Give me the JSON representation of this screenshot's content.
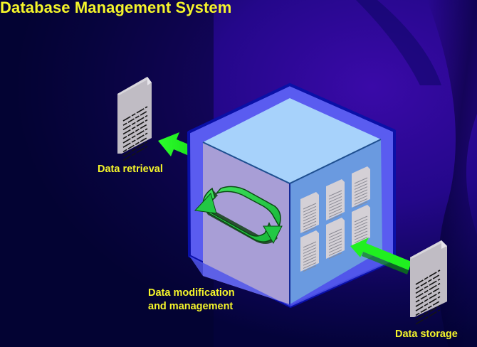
{
  "title": "Database Management System",
  "labels": {
    "retrieval": "Data retrieval",
    "modification_line1": "Data modification",
    "modification_line2": "and management",
    "storage": "Data storage"
  },
  "icons": {
    "retrieved_document": "document-icon",
    "stored_document": "document-icon",
    "database_cube": "cube-icon",
    "cycle_arrows": "circular-arrows-icon",
    "stored_records": "document-icon",
    "retrieval_arrow": "arrow-icon",
    "storage_arrow": "arrow-icon"
  },
  "colors": {
    "text": "#f5f52a",
    "arrow": "#22ee22",
    "cube_top": "#a7d2fb",
    "cube_left": "#a89ed6",
    "cube_right": "#6a9ae0",
    "cube_shell": "#5a5cf0",
    "document": "#c0bcc4"
  },
  "stored_record_count": 6
}
